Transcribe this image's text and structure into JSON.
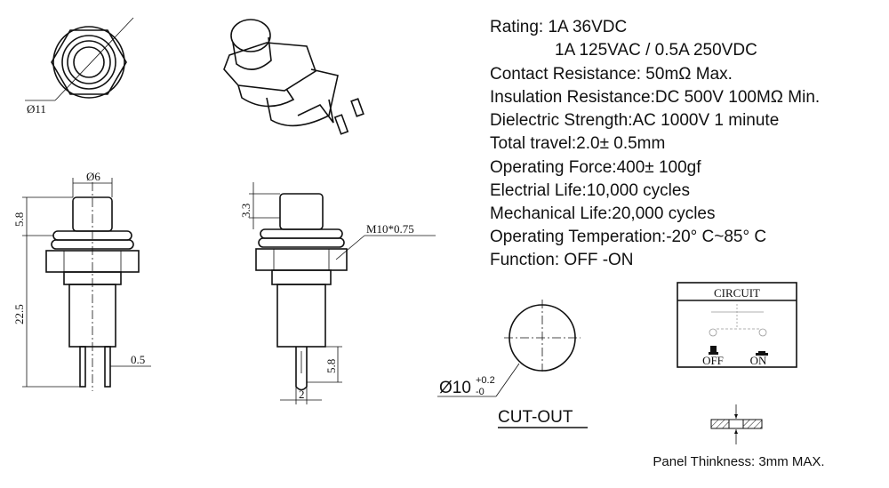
{
  "specs": [
    "Rating: 1A  36VDC",
    "1A  125VAC /  0.5A  250VDC",
    "Contact Resistance: 50mΩ Max.",
    "Insulation Resistance:DC 500V 100MΩ  Min.",
    "Dielectric Strength:AC 1000V 1 minute",
    "Total travel:2.0± 0.5mm",
    "Operating Force:400± 100gf",
    "Electrial Life:10,000 cycles",
    "Mechanical Life:20,000 cycles",
    "Operating Temperation:-20° C~85° C",
    "Function:  OFF -ON"
  ],
  "dimensions": {
    "front_diameter": "Ø11",
    "button_diameter": "Ø6",
    "button_height_left": "5.8",
    "total_height": "22.5",
    "pin_thickness": "0.5",
    "button_height_right": "3.3",
    "thread": "M10*0.75",
    "pin_length": "5.8",
    "pin_width": "2"
  },
  "cutout": {
    "diameter": "Ø10",
    "tol_plus": "+0.2",
    "tol_minus": "-0",
    "label": "CUT-OUT"
  },
  "circuit": {
    "title": "CIRCUIT",
    "off": "OFF",
    "on": "ON"
  },
  "panel": {
    "label": "Panel Thinkness: 3mm MAX."
  }
}
